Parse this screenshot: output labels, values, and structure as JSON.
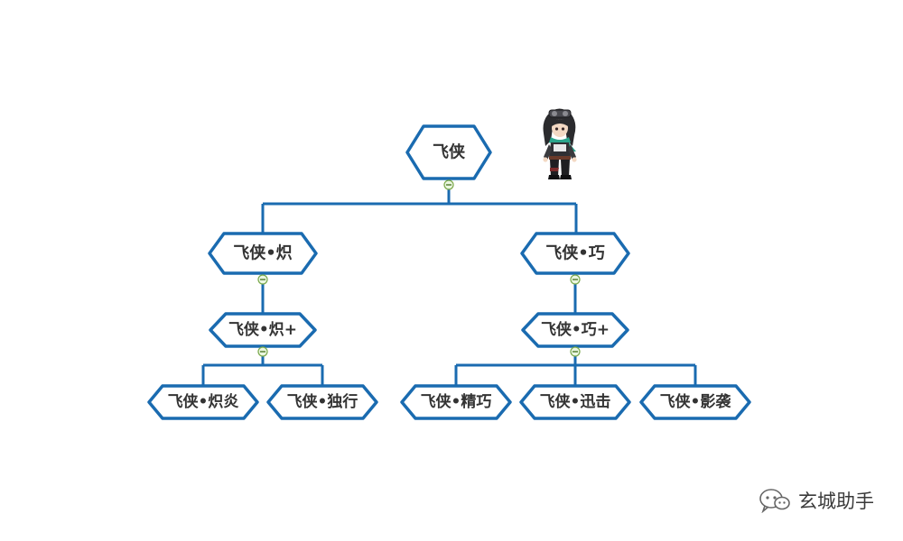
{
  "diagram": {
    "colors": {
      "border": "#1a6bb0",
      "text": "#333333",
      "collapse_fill": "#eaf6e0",
      "collapse_stroke": "#7aa84a"
    },
    "nodes": {
      "root": "飞侠",
      "branch_left": "飞侠•炽",
      "branch_right": "飞侠•巧",
      "left_plus": "飞侠•炽+",
      "right_plus": "飞侠•巧+",
      "left_leaf_1": "飞侠•炽炎",
      "left_leaf_2": "飞侠•独行",
      "right_leaf_1": "飞侠•精巧",
      "right_leaf_2": "飞侠•迅击",
      "right_leaf_3": "飞侠•影袭"
    },
    "character_icon": "female-ninja-character-icon"
  },
  "watermark": {
    "icon": "wechat-icon",
    "text": "玄城助手"
  }
}
